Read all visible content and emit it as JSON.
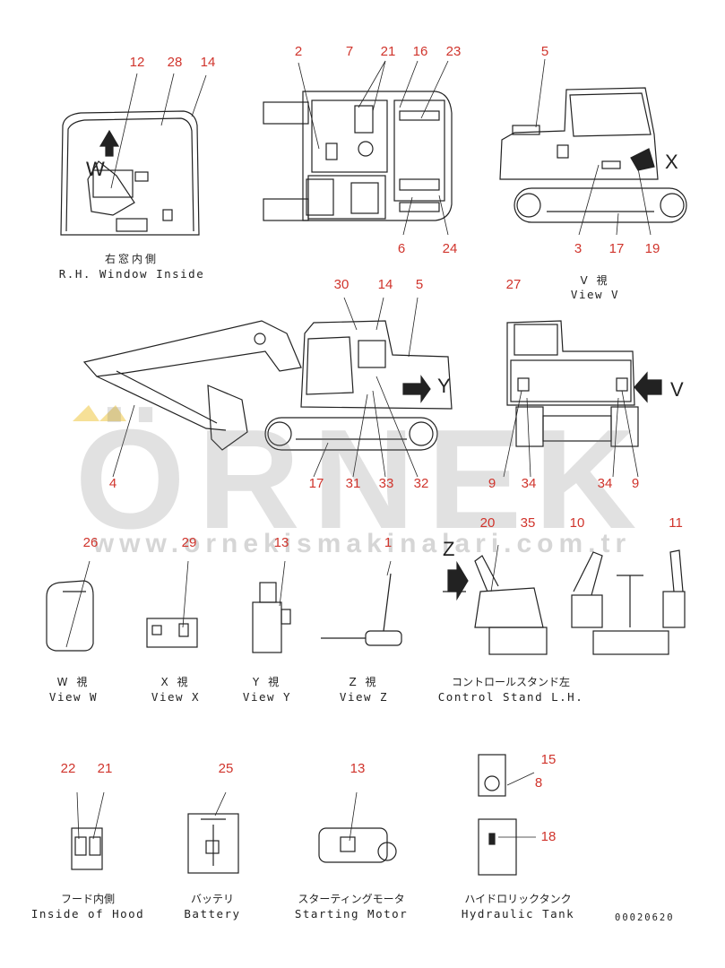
{
  "watermark": {
    "brand": "ÖRNEK",
    "url": "www.ornekismakinalari.com.tr",
    "accent": "#f2d36b"
  },
  "callout_color": "#d0342c",
  "reference_number": "00020620",
  "callouts": {
    "c12": "12",
    "c28": "28",
    "c14a": "14",
    "c2": "2",
    "c7": "7",
    "c21a": "21",
    "c16": "16",
    "c23": "23",
    "c6": "6",
    "c24": "24",
    "c5a": "5",
    "c3": "3",
    "c17a": "17",
    "c19": "19",
    "c30": "30",
    "c14b": "14",
    "c5b": "5",
    "c27": "27",
    "c4": "4",
    "c17b": "17",
    "c31": "31",
    "c33": "33",
    "c32": "32",
    "c9a": "9",
    "c34a": "34",
    "c34b": "34",
    "c9b": "9",
    "c26": "26",
    "c29": "29",
    "c13a": "13",
    "c1": "1",
    "c20": "20",
    "c35": "35",
    "c10": "10",
    "c11": "11",
    "c22": "22",
    "c21b": "21",
    "c25": "25",
    "c13b": "13",
    "c15": "15",
    "c8": "8",
    "c18": "18"
  },
  "view_letters": {
    "w": "W",
    "x": "X",
    "v": "V",
    "y": "Y",
    "z": "Z"
  },
  "captions": {
    "rh_window": {
      "jp": "右窓内側",
      "en": "R.H. Window Inside"
    },
    "view_v": {
      "jp": "V 視",
      "en": "View V"
    },
    "view_w": {
      "jp": "W 視",
      "en": "View W"
    },
    "view_x": {
      "jp": "X 視",
      "en": "View X"
    },
    "view_y": {
      "jp": "Y 視",
      "en": "View Y"
    },
    "view_z": {
      "jp": "Z 視",
      "en": "View Z"
    },
    "control_stand": {
      "jp": "コントロールスタンド左",
      "en": "Control Stand L.H."
    },
    "hood": {
      "jp": "フード内側",
      "en": "Inside of Hood"
    },
    "battery": {
      "jp": "バッテリ",
      "en": "Battery"
    },
    "starting_motor": {
      "jp": "スターティングモータ",
      "en": "Starting Motor"
    },
    "hydraulic_tank": {
      "jp": "ハイドロリックタンク",
      "en": "Hydraulic Tank"
    }
  }
}
